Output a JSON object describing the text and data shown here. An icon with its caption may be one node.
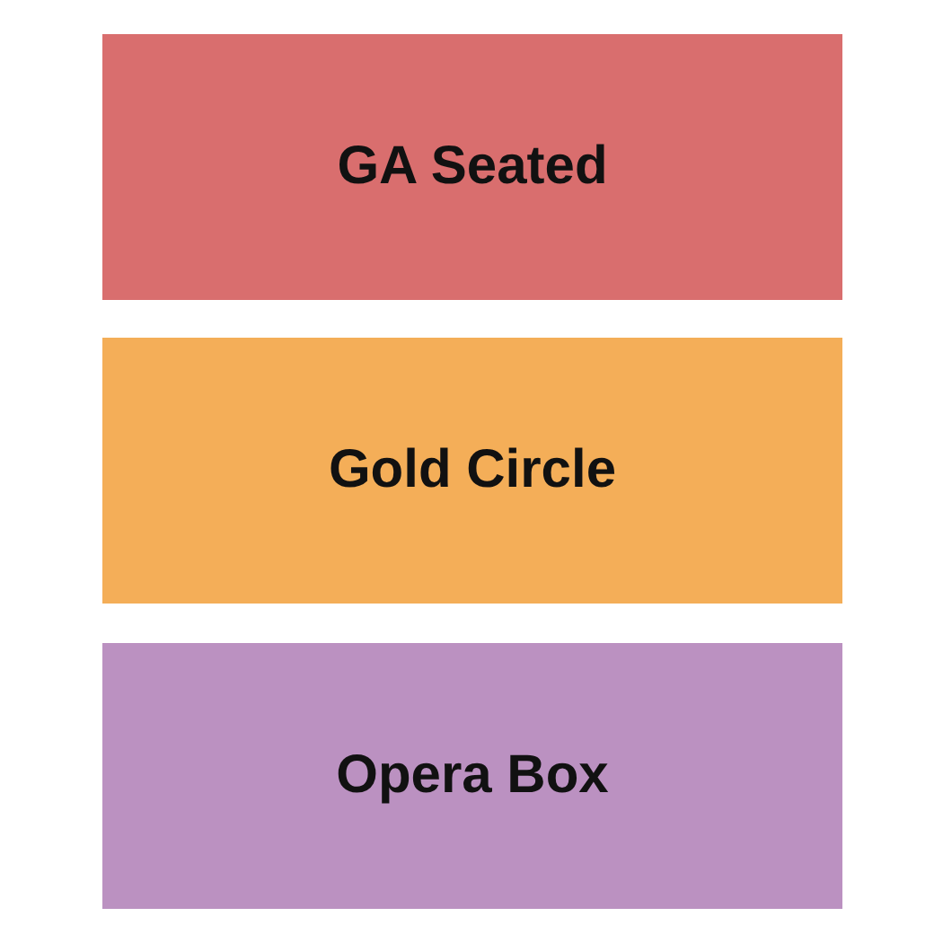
{
  "diagram": {
    "nodes": [
      {
        "text": [
          "GA Seated"
        ]
      },
      {
        "text": [
          "Gold Circle"
        ]
      },
      {
        "text": [
          "Opera Box"
        ]
      }
    ]
  }
}
